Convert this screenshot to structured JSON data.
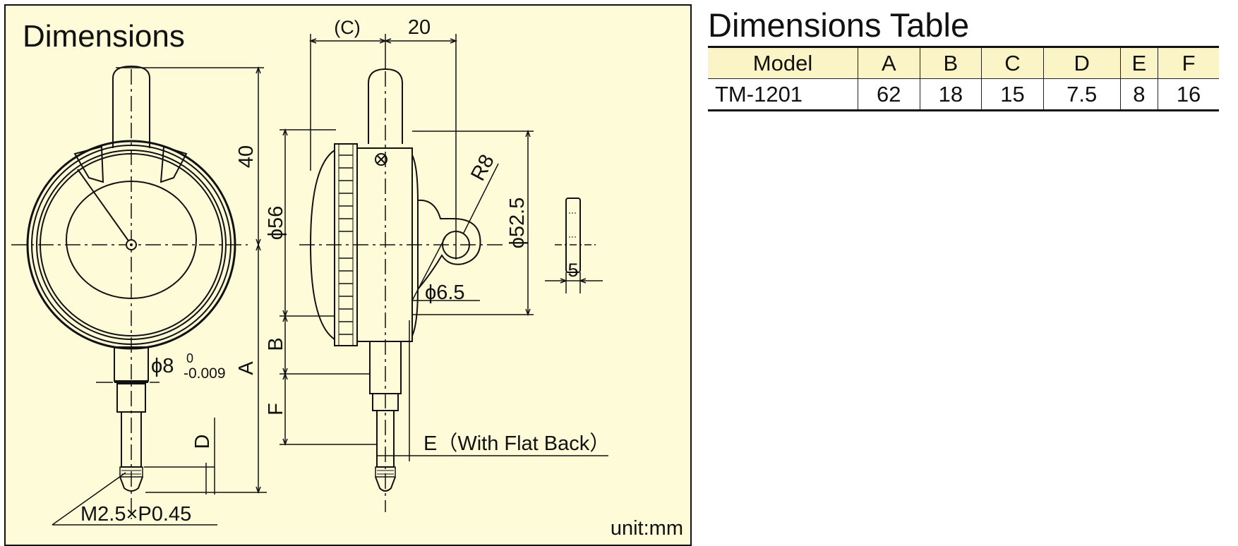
{
  "drawing": {
    "title": "Dimensions",
    "unit_label": "unit:mm",
    "labels": {
      "c_paren": "(C)",
      "dim_20": "20",
      "dim_40": "40",
      "dim_a": "A",
      "dim_b": "B",
      "dim_d": "D",
      "dim_f": "F",
      "dim_5": "5",
      "phi56": "ϕ56",
      "phi52_5": "ϕ52.5",
      "phi6_5": "ϕ6.5",
      "r8": "R8",
      "phi8": "ϕ8",
      "tol_upper": "0",
      "tol_lower": "-0.009",
      "thread": "M2.5×P0.45",
      "e_flat_back": "E（With Flat Back）"
    }
  },
  "table": {
    "title": "Dimensions Table",
    "headers": [
      "Model",
      "A",
      "B",
      "C",
      "D",
      "E",
      "F"
    ],
    "rows": [
      [
        "TM-1201",
        "62",
        "18",
        "15",
        "7.5",
        "8",
        "16"
      ]
    ]
  },
  "colors": {
    "panel_background": "#fdfbd8",
    "table_header_background": "#fbf4c7",
    "line": "#111111"
  }
}
